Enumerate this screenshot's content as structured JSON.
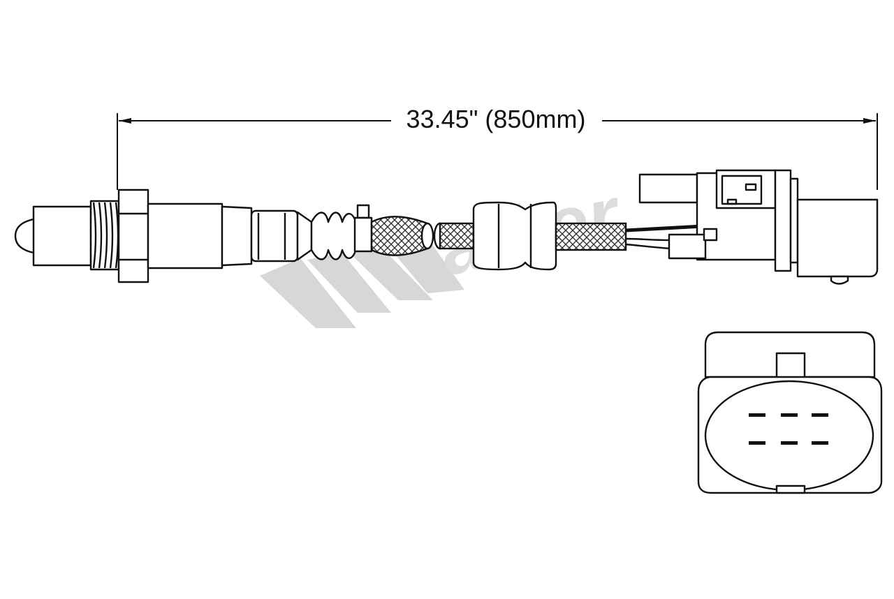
{
  "dimension": {
    "label": "33.45\" (850mm)"
  },
  "watermark": {
    "text": "Walker",
    "color": "#d7d7d7"
  },
  "colors": {
    "line": "#111111",
    "background": "#ffffff"
  },
  "connector": {
    "pin_rows": 2,
    "pins_per_row": 3
  }
}
